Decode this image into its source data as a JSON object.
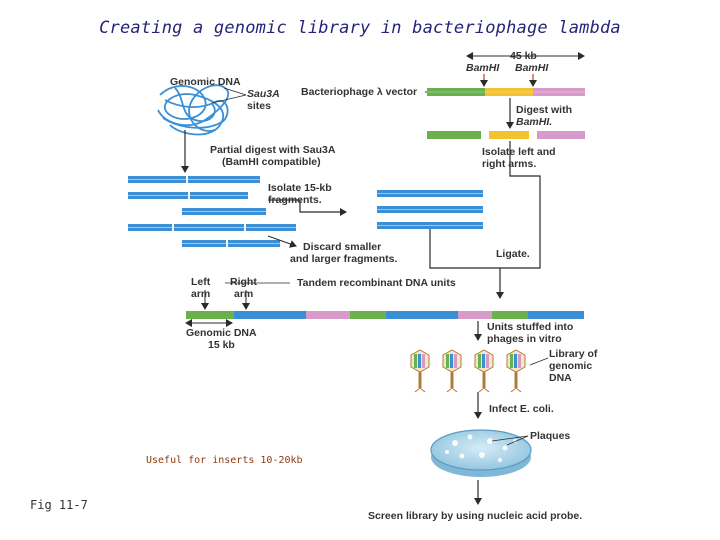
{
  "title": "Creating a genomic library in bacteriophage lambda",
  "note": "Useful for inserts 10-20kb",
  "figure_ref": "Fig 11-7",
  "colors": {
    "dna_blue": "#3a8fd6",
    "vector_green": "#6ab04c",
    "vector_yellow": "#f2c232",
    "vector_pink": "#d89ac8",
    "arrow": "#2b2b2b",
    "plate": "#a9d3ea"
  },
  "labels": {
    "genomic_dna": "Genomic DNA",
    "sau3a_sites_line1": "Sau3A",
    "sau3a_sites_line2": "sites",
    "partial_digest_line1": "Partial digest with Sau3A",
    "partial_digest_line2": "(BamHI compatible)",
    "isolate_15kb_line1": "Isolate 15-kb",
    "isolate_15kb_line2": "fragments.",
    "discard_line1": "Discard smaller",
    "discard_line2": "and larger fragments.",
    "vector_45kb": "45 kb",
    "bamhi_left": "BamHI",
    "bamhi_right": "BamHI",
    "phage_vector": "Bacteriophage λ vector",
    "digest_line1": "Digest with",
    "digest_line2": "BamHI.",
    "isolate_arms_line1": "Isolate left and",
    "isolate_arms_line2": "right arms.",
    "ligate": "Ligate.",
    "left_arm_line1": "Left",
    "left_arm_line2": "arm",
    "right_arm_line1": "Right",
    "right_arm_line2": "arm",
    "tandem_units": "Tandem recombinant DNA units",
    "genomic_dna_15kb_line1": "Genomic DNA",
    "genomic_dna_15kb_line2": "15 kb",
    "units_stuffed_line1": "Units stuffed into",
    "units_stuffed_line2": "phages in vitro",
    "library_line1": "Library of",
    "library_line2": "genomic",
    "library_line3": "DNA",
    "infect": "Infect E. coli.",
    "plaques": "Plaques",
    "screen": "Screen library by using nucleic acid probe."
  }
}
